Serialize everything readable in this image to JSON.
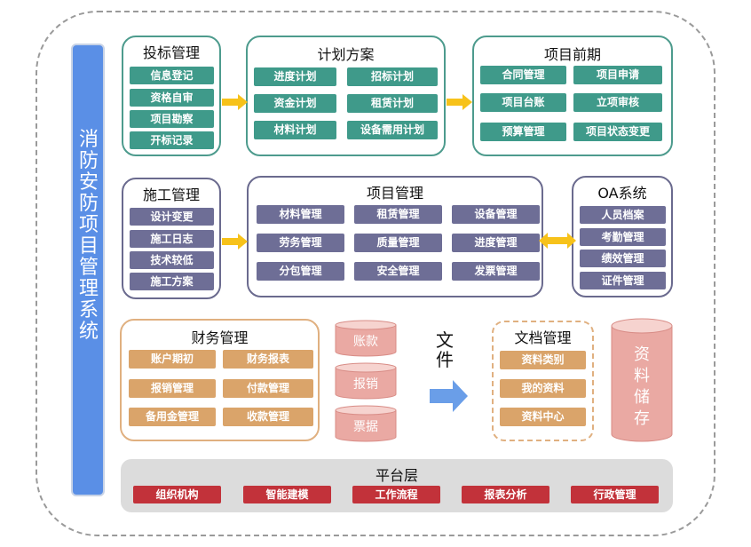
{
  "system_title": "消防安防项目管理系统",
  "colors": {
    "teal": "#3f9a8a",
    "purple": "#6e6e96",
    "orange": "#daa46a",
    "red": "#c2323a",
    "blue": "#5a8fe6",
    "pink": "#eaa9a3",
    "arrow_yellow": "#f7c21a",
    "arrow_blue": "#6a9ee8"
  },
  "bidding": {
    "title": "投标管理",
    "items": [
      "信息登记",
      "资格自审",
      "项目勘察",
      "开标记录"
    ]
  },
  "plan": {
    "title": "计划方案",
    "items": [
      "进度计划",
      "招标计划",
      "资金计划",
      "租赁计划",
      "材料计划",
      "设备需用计划"
    ]
  },
  "preproject": {
    "title": "项目前期",
    "items": [
      "合同管理",
      "项目申请",
      "项目台账",
      "立项审核",
      "预算管理",
      "项目状态变更"
    ]
  },
  "construction": {
    "title": "施工管理",
    "items": [
      "设计变更",
      "施工日志",
      "技术较低",
      "施工方案"
    ]
  },
  "project": {
    "title": "项目管理",
    "items": [
      "材料管理",
      "租赁管理",
      "设备管理",
      "劳务管理",
      "质量管理",
      "进度管理",
      "分包管理",
      "安全管理",
      "发票管理"
    ]
  },
  "oa": {
    "title": "OA系统",
    "items": [
      "人员档案",
      "考勤管理",
      "绩效管理",
      "证件管理"
    ]
  },
  "finance": {
    "title": "财务管理",
    "items": [
      "账户期初",
      "财务报表",
      "报销管理",
      "付款管理",
      "备用金管理",
      "收款管理"
    ]
  },
  "cylinders": [
    "账款",
    "报销",
    "票据"
  ],
  "file_label": "文件",
  "docs": {
    "title": "文档管理",
    "items": [
      "资料类别",
      "我的资料",
      "资料中心"
    ]
  },
  "storage": "资料储存",
  "platform": {
    "title": "平台层",
    "items": [
      "组织机构",
      "智能建模",
      "工作流程",
      "报表分析",
      "行政管理"
    ]
  }
}
